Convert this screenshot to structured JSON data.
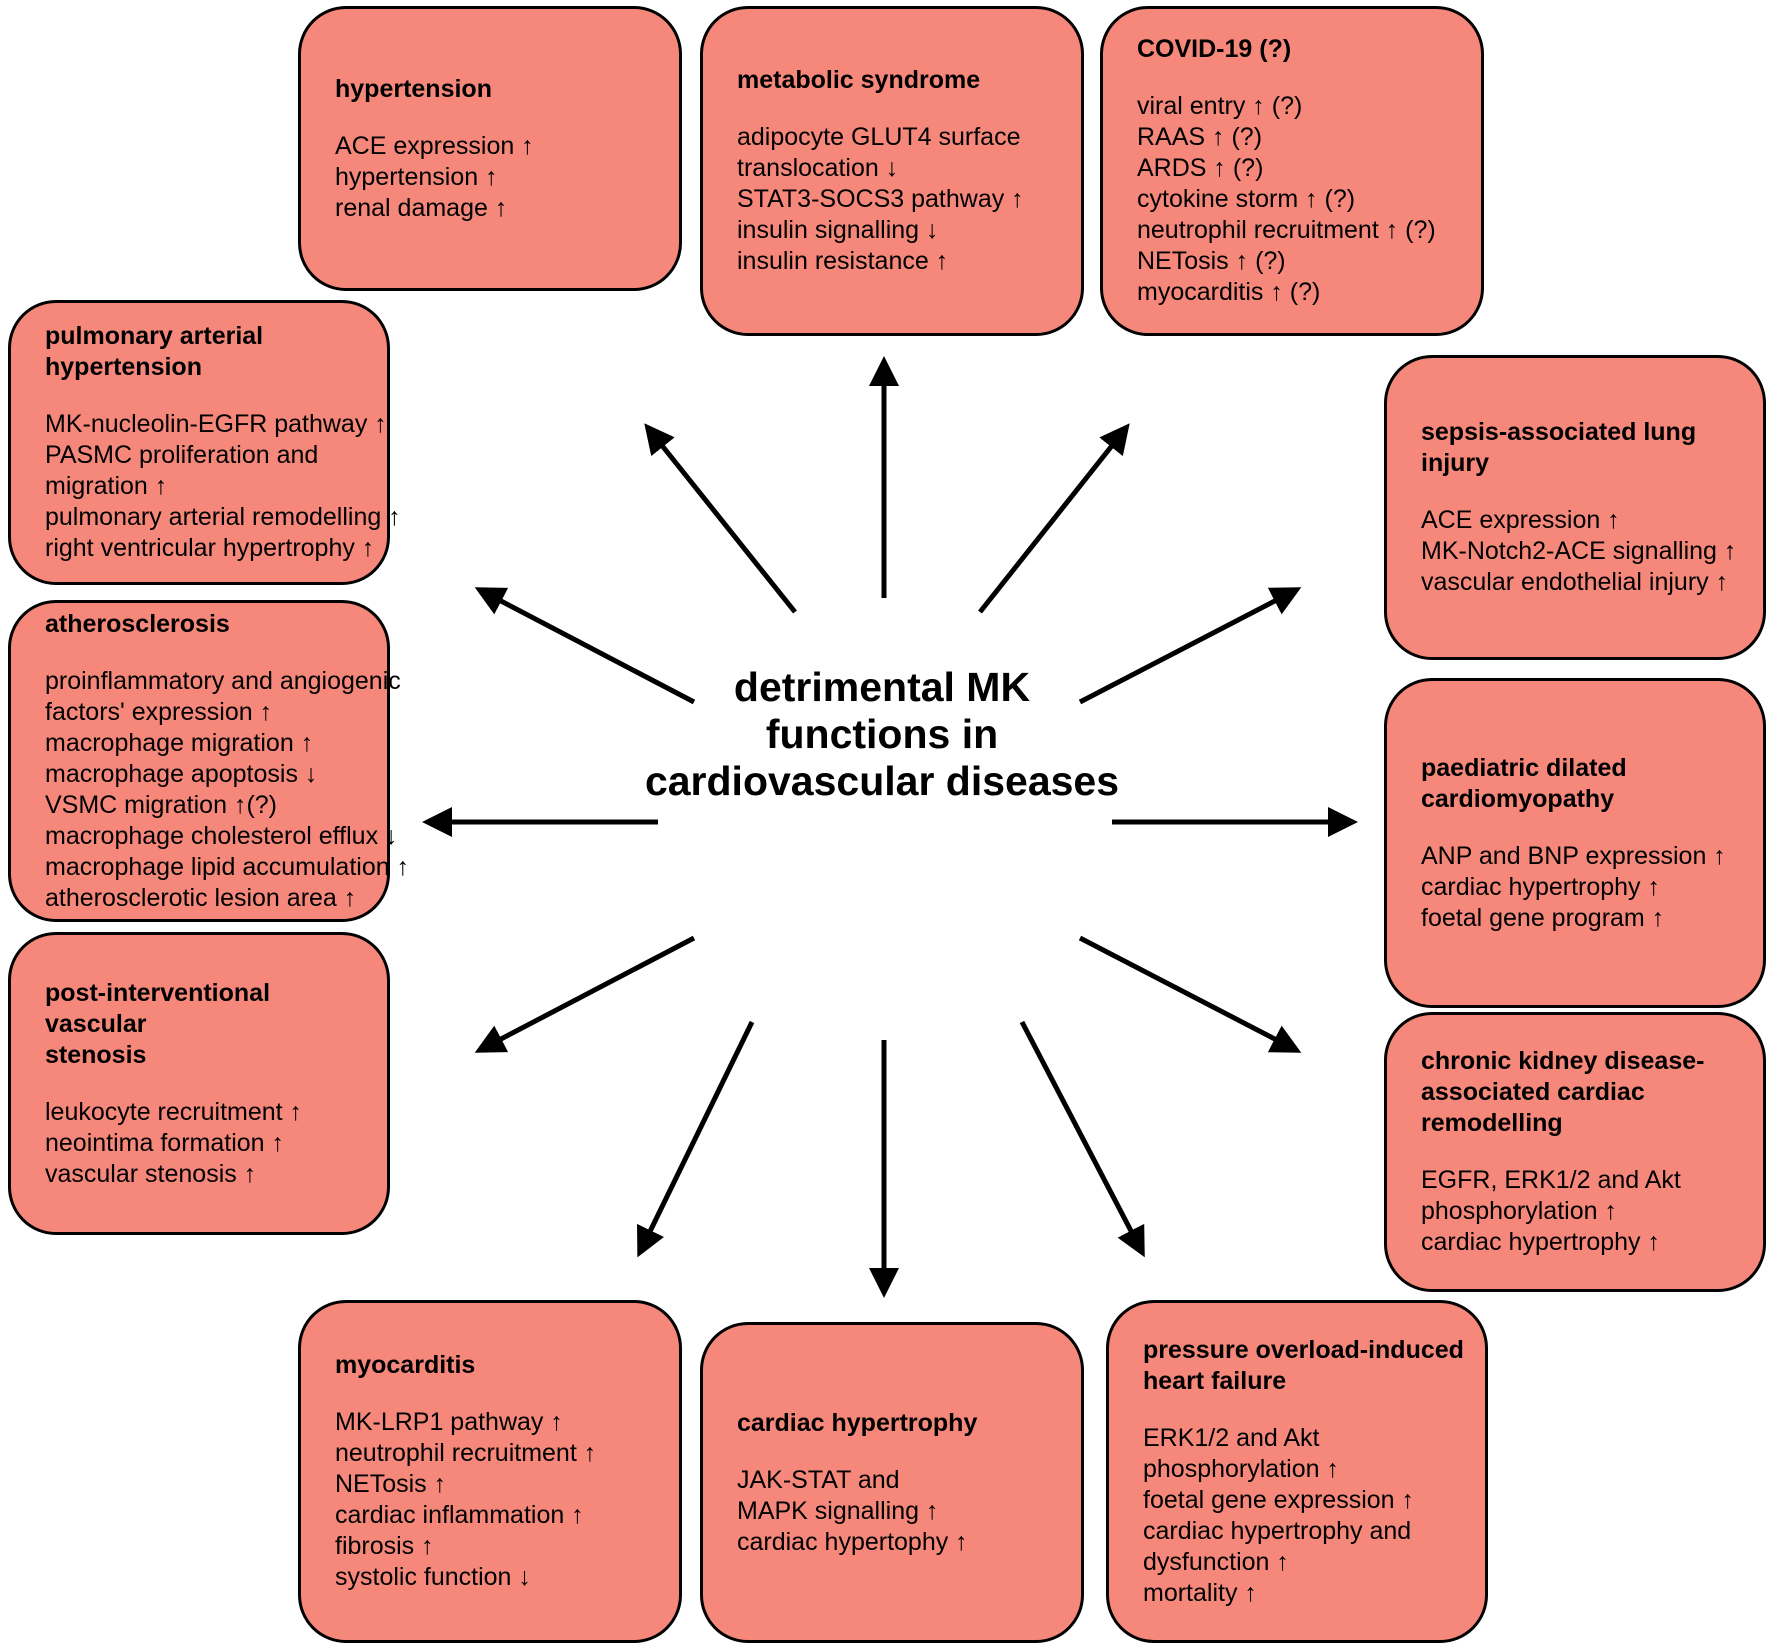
{
  "figure": {
    "center_title": "detrimental MK\nfunctions in\ncardiovascular diseases"
  },
  "colors": {
    "box_fill": "#f5887b",
    "box_border": "#000000",
    "arrow": "#000000"
  },
  "boxes": [
    {
      "id": "hypertension",
      "title": "hypertension",
      "lines": [
        "ACE expression ↑",
        "hypertension ↑",
        "renal damage ↑"
      ]
    },
    {
      "id": "metabolic-syndrome",
      "title": "metabolic syndrome",
      "lines": [
        "adipocyte GLUT4 surface",
        "translocation ↓",
        "STAT3-SOCS3 pathway ↑",
        "insulin signalling ↓",
        "insulin resistance ↑"
      ]
    },
    {
      "id": "covid-19",
      "title": "COVID-19 (?)",
      "lines": [
        "viral entry ↑ (?)",
        "RAAS ↑ (?)",
        "ARDS ↑ (?)",
        "cytokine storm ↑ (?)",
        "neutrophil recruitment ↑ (?)",
        "NETosis ↑ (?)",
        "myocarditis ↑ (?)"
      ]
    },
    {
      "id": "sepsis-associated-lung-injury",
      "title": "sepsis-associated lung injury",
      "lines": [
        "ACE expression ↑",
        "MK-Notch2-ACE signalling ↑",
        "vascular endothelial injury ↑"
      ]
    },
    {
      "id": "paediatric-dilated-cardiomyopathy",
      "title": "paediatric dilated\ncardiomyopathy",
      "lines": [
        "ANP and BNP expression ↑",
        "cardiac hypertrophy ↑",
        "foetal gene program ↑"
      ]
    },
    {
      "id": "chronic-kidney-disease-associated-cardiac-remodelling",
      "title": "chronic kidney disease-\nassociated cardiac\nremodelling",
      "lines": [
        "EGFR, ERK1/2 and Akt",
        "phosphorylation ↑",
        "cardiac hypertrophy ↑"
      ]
    },
    {
      "id": "pressure-overload-induced-heart-failure",
      "title": "pressure overload-induced\nheart failure",
      "lines": [
        "ERK1/2  and Akt",
        "phosphorylation ↑",
        "foetal gene expression ↑",
        "cardiac hypertrophy and",
        "dysfunction ↑",
        "mortality ↑"
      ]
    },
    {
      "id": "cardiac-hypertrophy",
      "title": "cardiac hypertrophy",
      "lines": [
        "JAK-STAT and",
        "MAPK signalling ↑",
        "cardiac hypertophy ↑"
      ]
    },
    {
      "id": "myocarditis",
      "title": "myocarditis",
      "lines": [
        "MK-LRP1 pathway ↑",
        "neutrophil recruitment ↑",
        "NETosis ↑",
        "cardiac inflammation ↑",
        "fibrosis ↑",
        "systolic function ↓"
      ]
    },
    {
      "id": "post-interventional-vascular-stenosis",
      "title": "post-interventional vascular\nstenosis",
      "lines": [
        "leukocyte recruitment ↑",
        "neointima formation ↑",
        "vascular stenosis ↑"
      ]
    },
    {
      "id": "atherosclerosis",
      "title": "atherosclerosis",
      "lines": [
        "proinflammatory and angiogenic",
        "factors' expression ↑",
        "macrophage migration ↑",
        "macrophage apoptosis ↓",
        "VSMC migration ↑(?)",
        "macrophage cholesterol efflux ↓",
        "macrophage lipid accumulation ↑",
        "atherosclerotic lesion area ↑"
      ]
    },
    {
      "id": "pulmonary-arterial-hypertension",
      "title": "pulmonary arterial\nhypertension",
      "lines": [
        "MK-nucleolin-EGFR pathway ↑",
        "PASMC proliferation and",
        "migration ↑",
        "pulmonary arterial remodelling ↑",
        "right ventricular hypertrophy ↑"
      ]
    }
  ]
}
